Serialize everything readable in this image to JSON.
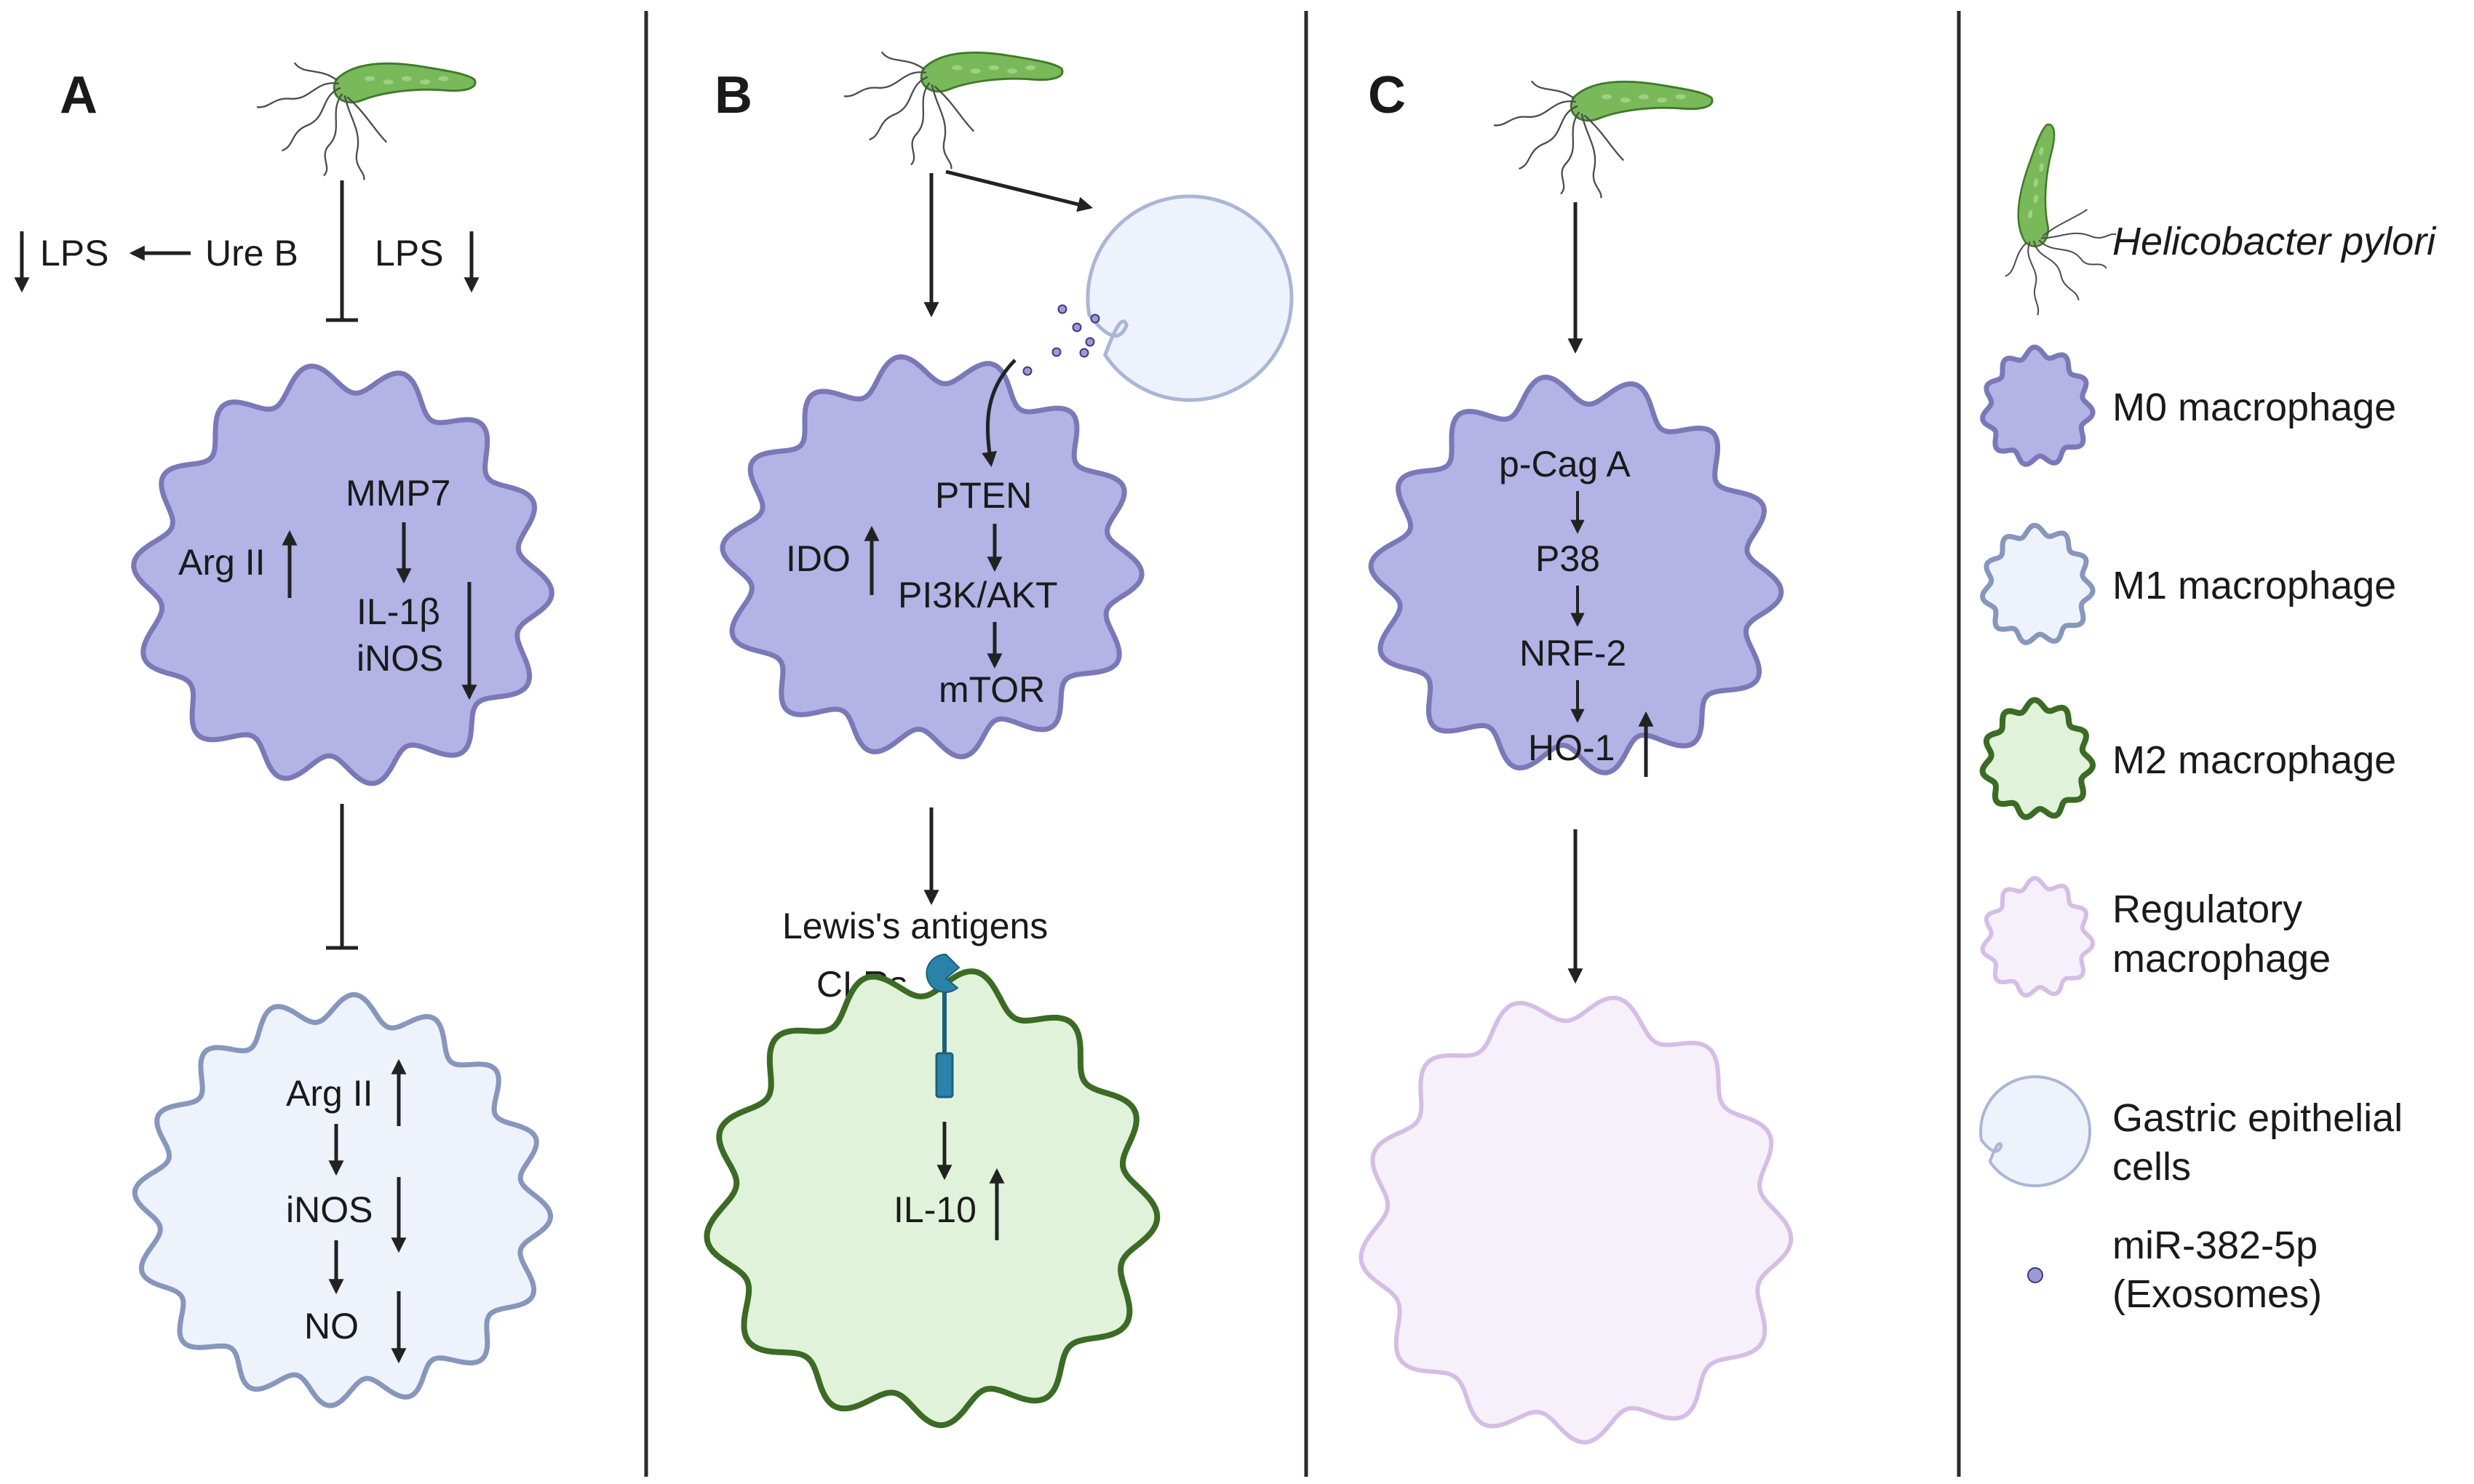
{
  "colors": {
    "m0_fill": "#b3b3e6",
    "m0_stroke": "#7b78b8",
    "m1_fill": "#eef2fa",
    "m1_stroke": "#8796bd",
    "m2_fill": "#e0f2d9",
    "m2_stroke": "#3b6b24",
    "reg_fill": "#f6f0fb",
    "reg_stroke": "#d5bde6",
    "gastric_fill": "#edf2fc",
    "gastric_stroke": "#a9b6d6",
    "exosome": "#9c9ad8",
    "bacterium": "#7ab95a",
    "clr": "#2a82a8"
  },
  "panels": {
    "a": {
      "letter": "A",
      "top": {
        "lps_left": "LPS",
        "ure_b": "Ure B",
        "lps_right": "LPS"
      },
      "m0": {
        "arg": "Arg II",
        "mmp7": "MMP7",
        "il1b": "IL-1β",
        "inos": "iNOS"
      },
      "m1": {
        "arg": "Arg II",
        "inos": "iNOS",
        "no": "NO"
      }
    },
    "b": {
      "letter": "B",
      "m0": {
        "ido": "IDO",
        "pten": "PTEN",
        "pi3k": "PI3K/AKT",
        "mtor": "mTOR"
      },
      "lewis": "Lewis's antigens",
      "clrs": "CLRs",
      "m2": {
        "il10": "IL-10"
      }
    },
    "c": {
      "letter": "C",
      "m0": {
        "cag": "p-Cag A",
        "p38": "P38",
        "nrf2": "NRF-2",
        "ho1": "HO-1"
      }
    }
  },
  "legend": {
    "items": [
      {
        "label": "Helicobacter pylori"
      },
      {
        "label": "M0 macrophage"
      },
      {
        "label": "M1 macrophage"
      },
      {
        "label": "M2 macrophage"
      },
      {
        "label": "Regulatory",
        "label2": "macrophage"
      },
      {
        "label": "Gastric epithelial",
        "label2": "cells"
      },
      {
        "label": "miR-382-5p",
        "label2": "(Exosomes)"
      }
    ]
  }
}
